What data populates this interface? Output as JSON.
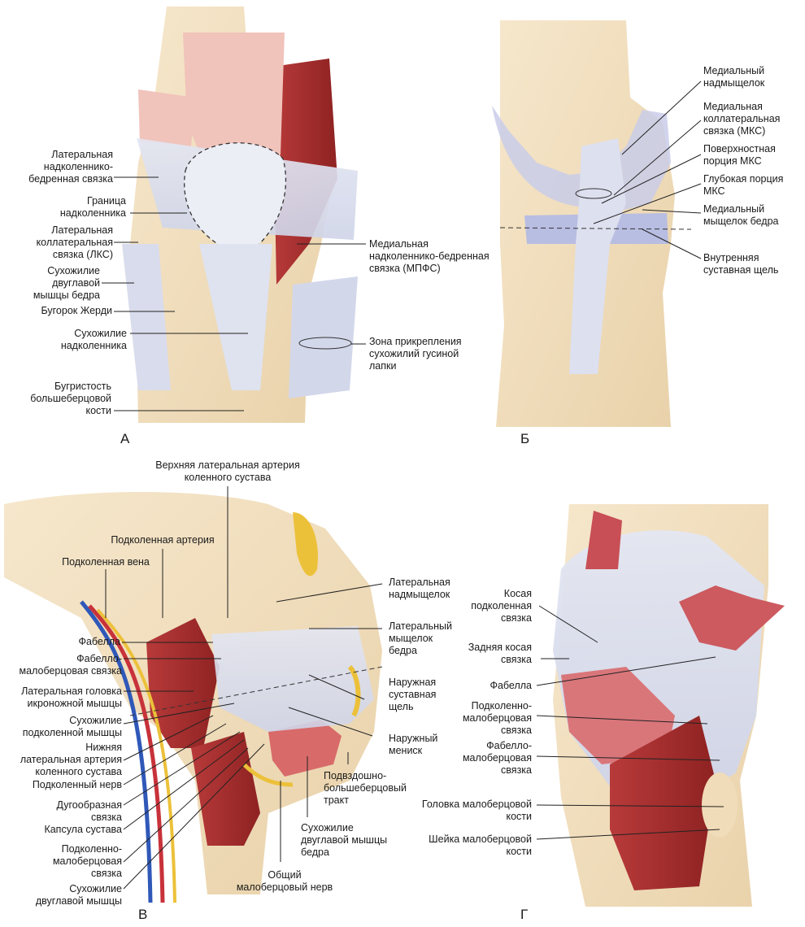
{
  "panels": {
    "a": {
      "letter": "А",
      "labels": [
        "Латеральная\nнадколеннико-\nбедренная связка",
        "Граница\nнадколенника",
        "Латеральная\nколлатеральная\nсвязка (ЛКС)",
        "Сухожилие\nдвуглавой\nмышцы бедра",
        "Бугорок Жерди",
        "Сухожилие\nнадколенника",
        "Бугристость\nбольшеберцовой\nкости",
        "Медиальная\nнадколеннико-бедренная\nсвязка (МПФС)",
        "Зона прикрепления\nсухожилий гусиной\nлапки"
      ]
    },
    "b": {
      "letter": "Б",
      "labels": [
        "Медиальный\nнадмыщелок",
        "Медиальная\nколлатеральная\nсвязка (МКС)",
        "Поверхностная\nпорция МКС",
        "Глубокая порция\nМКС",
        "Медиальный\nмыщелок бедра",
        "Внутренняя\nсуставная щель"
      ]
    },
    "v": {
      "letter": "В",
      "labels": [
        "Верхняя латеральная артерия\nколенного сустава",
        "Подколенная артерия",
        "Подколенная вена",
        "Фабелла",
        "Фабелло-\nмалоберцовая связка",
        "Латеральная головка\nикроножной мышцы",
        "Сухожилие\nподколенной мышцы",
        "Нижняя\nлатеральная артерия\nколенного сустава",
        "Подколенный нерв",
        "Дугообразная\nсвязка",
        "Капсула сустава",
        "Подколенно-\nмалоберцовая\nсвязка",
        "Сухожилие\nдвуглавой мышцы",
        "Общий\nмалоберцовый нерв",
        "Сухожилие\nдвуглавой мышцы\nбедра",
        "Подвздошно-\nбольшеберцовый\nтракт",
        "Наружный\nмениск",
        "Наружная\nсуставная\nщель",
        "Латеральный\nмыщелок\nбедра",
        "Латеральная\nнадмыщелок"
      ]
    },
    "g": {
      "letter": "Г",
      "labels": [
        "Косая\nподколенная\nсвязка",
        "Задняя косая\nсвязка",
        "Фабелла",
        "Подколенно-\nмалоберцовая\nсвязка",
        "Фабелло-\nмалоберцовая\nсвязка",
        "Головка малоберцовой\nкости",
        "Шейка малоберцовой\nкости"
      ]
    }
  }
}
